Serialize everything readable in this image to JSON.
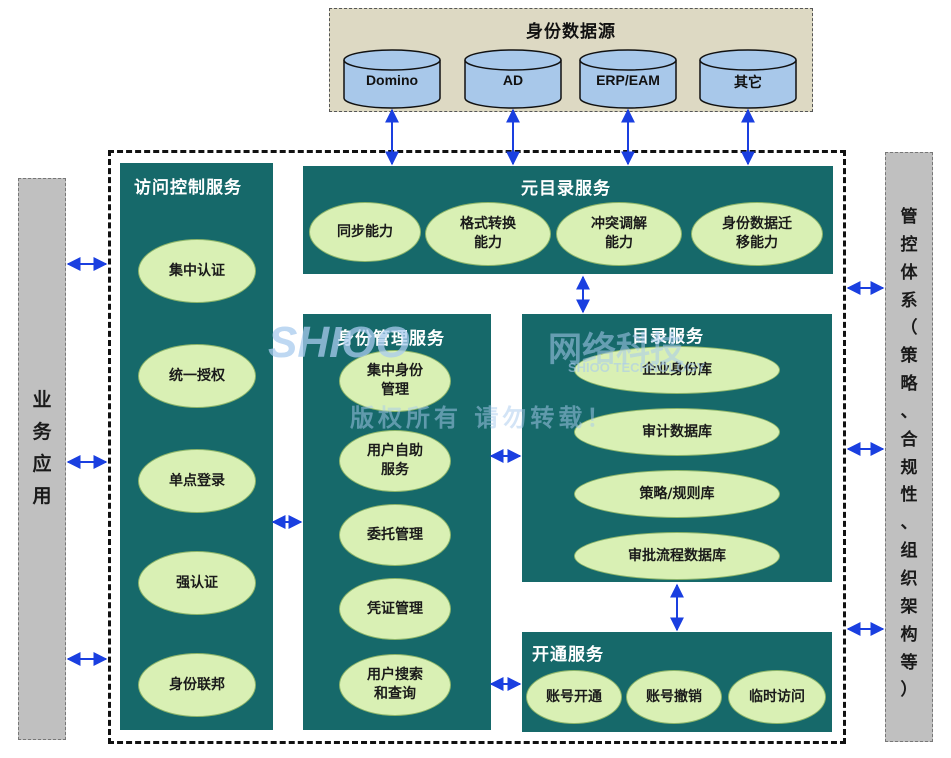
{
  "data_sources": {
    "title": "身份数据源",
    "items": [
      "Domino",
      "AD",
      "ERP/EAM",
      "其它"
    ]
  },
  "left_bar": {
    "chars": [
      "业",
      "务",
      "应",
      "用"
    ]
  },
  "right_bar": {
    "chars": [
      "管",
      "控",
      "体",
      "系",
      "（",
      "策",
      "略",
      "、",
      "合",
      "规",
      "性",
      "、",
      "组",
      "织",
      "架",
      "构",
      "等",
      "）"
    ]
  },
  "access_control": {
    "title": "访问控制服务",
    "items": [
      "集中认证",
      "统一授权",
      "单点登录",
      "强认证",
      "身份联邦"
    ]
  },
  "meta_directory": {
    "title": "元目录服务",
    "items": [
      "同步能力",
      "格式转换\n能力",
      "冲突调解\n能力",
      "身份数据迁\n移能力"
    ]
  },
  "identity_mgmt": {
    "title": "身份管理服务",
    "items": [
      "集中身份\n管理",
      "用户自助\n服务",
      "委托管理",
      "凭证管理",
      "用户搜索\n和查询"
    ]
  },
  "directory": {
    "title": "目录服务",
    "items": [
      "企业身份库",
      "审计数据库",
      "策略/规则库",
      "审批流程数据库"
    ]
  },
  "provisioning": {
    "title": "开通服务",
    "items": [
      "账号开通",
      "账号撤销",
      "临时访问"
    ]
  },
  "watermark": {
    "logo": "SHIOO",
    "brand": "网络科技",
    "brand_sub": "SHIOO TECHNOLOGY",
    "notice": "版权所有 请勿转载！"
  },
  "colors": {
    "panel": "#16696a",
    "oval_fill": "#d9f0b4",
    "cylinder_fill": "#a8c8ea",
    "source_bg": "#ddd9c3",
    "side_bar": "#c0c0c0",
    "arrow": "#1a3fe0"
  }
}
